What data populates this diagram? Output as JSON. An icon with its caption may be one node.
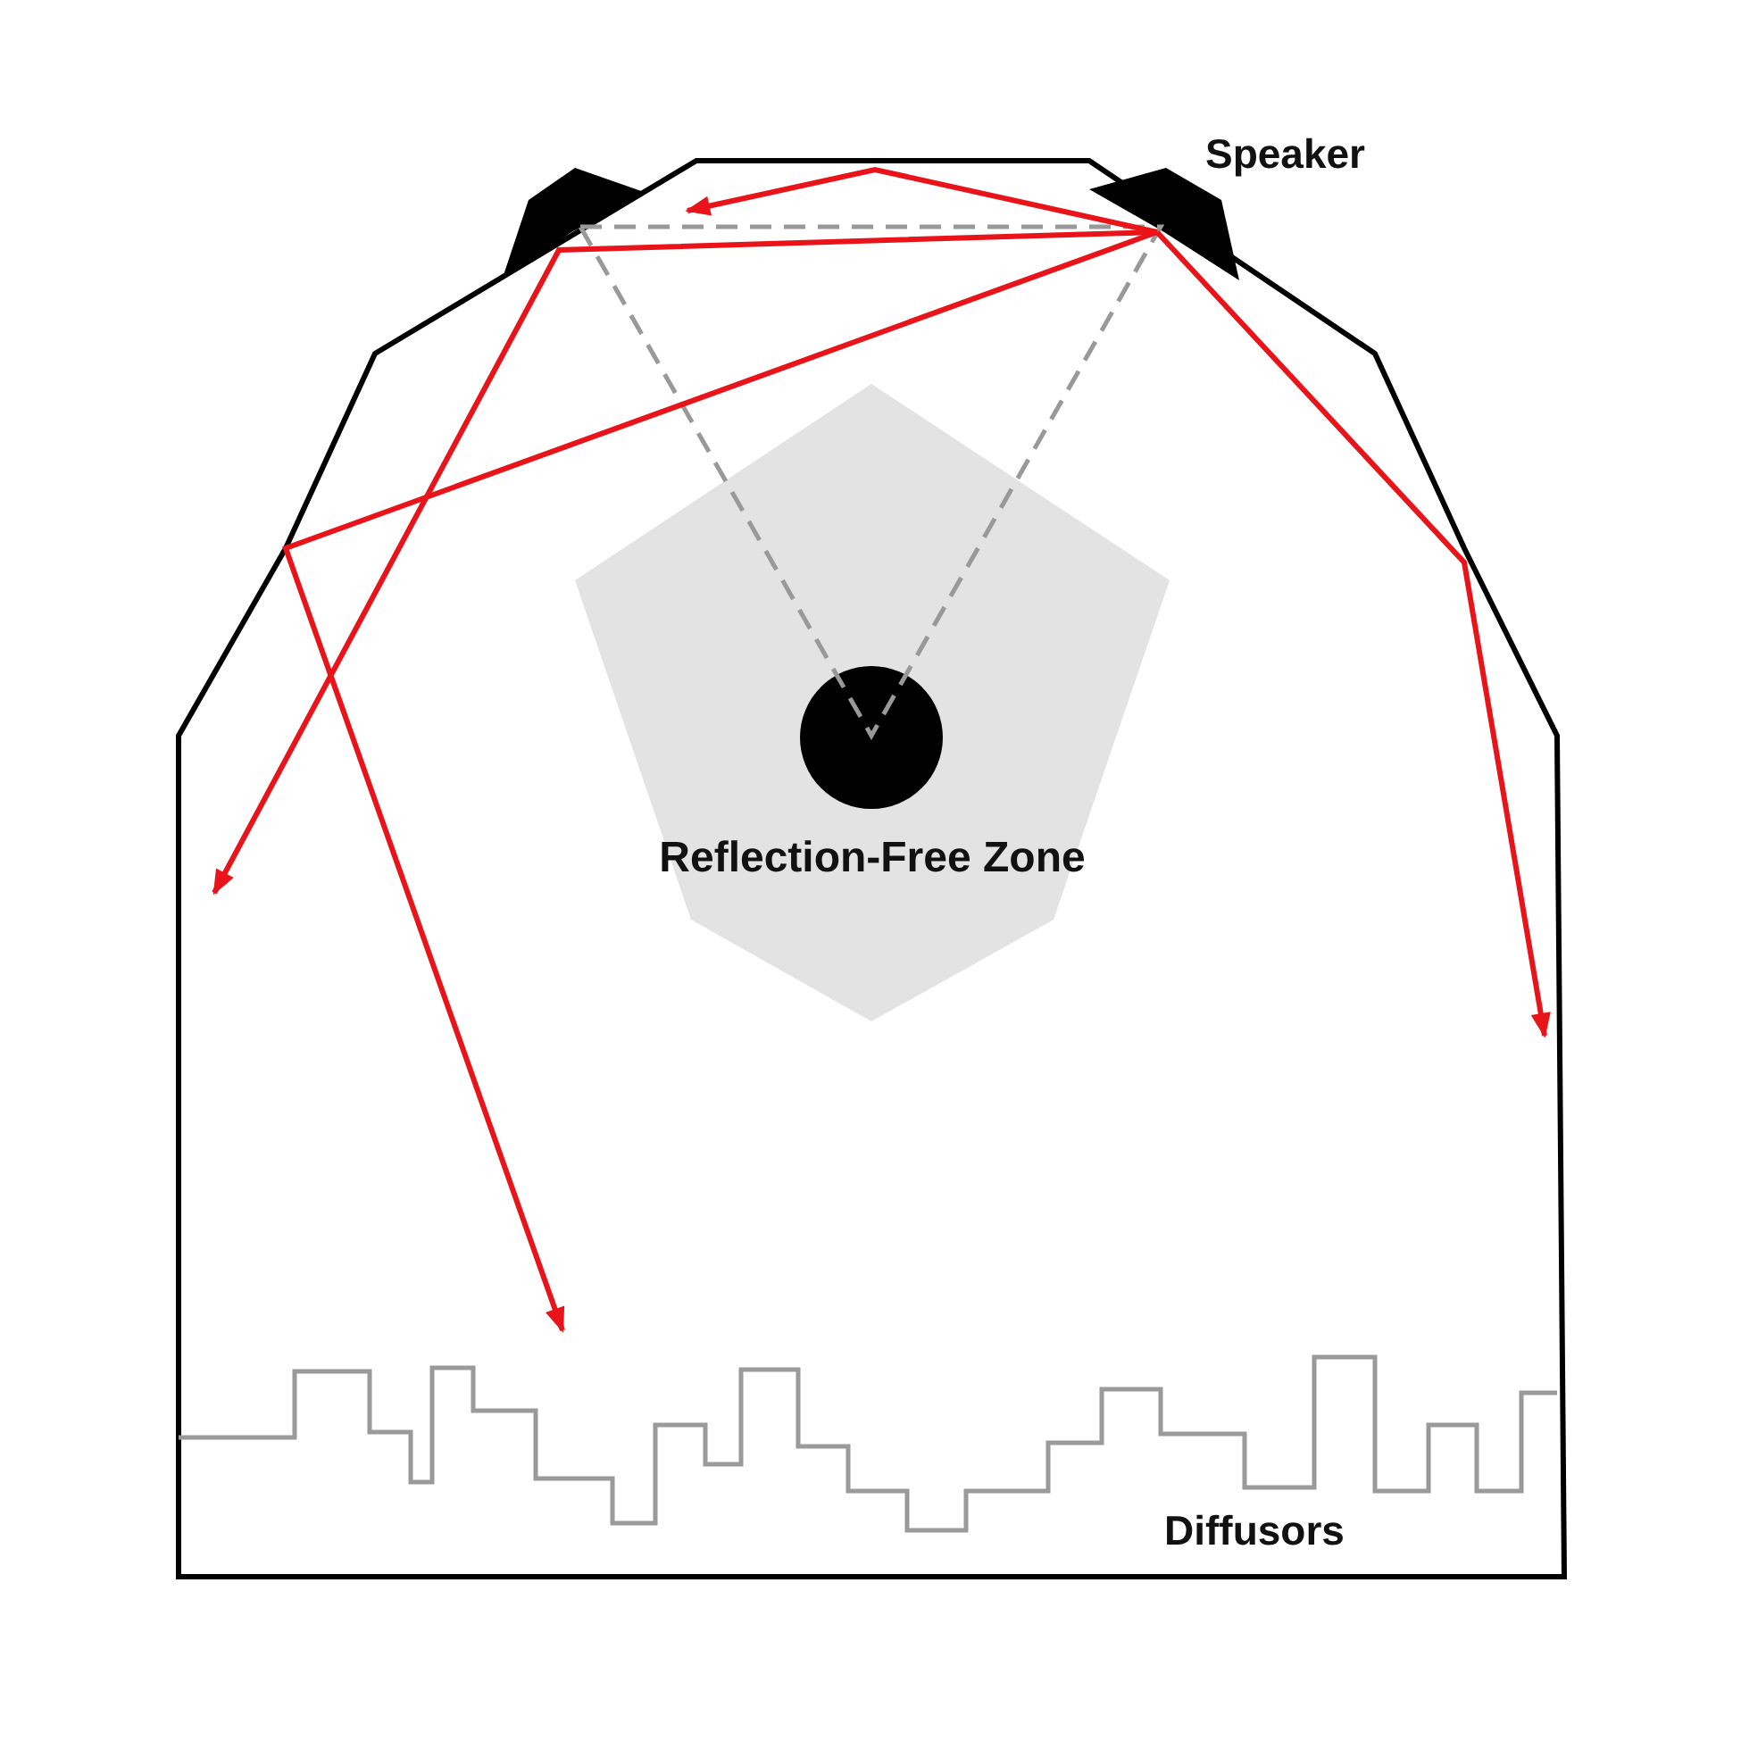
{
  "diagram": {
    "nodes": [
      {
        "text": [
          "Reflection-Free Zone"
        ]
      },
      {
        "text": [],
        "shape": "circle",
        "in": 0
      }
    ],
    "labels": [
      "Speaker",
      "Diffusors"
    ]
  }
}
